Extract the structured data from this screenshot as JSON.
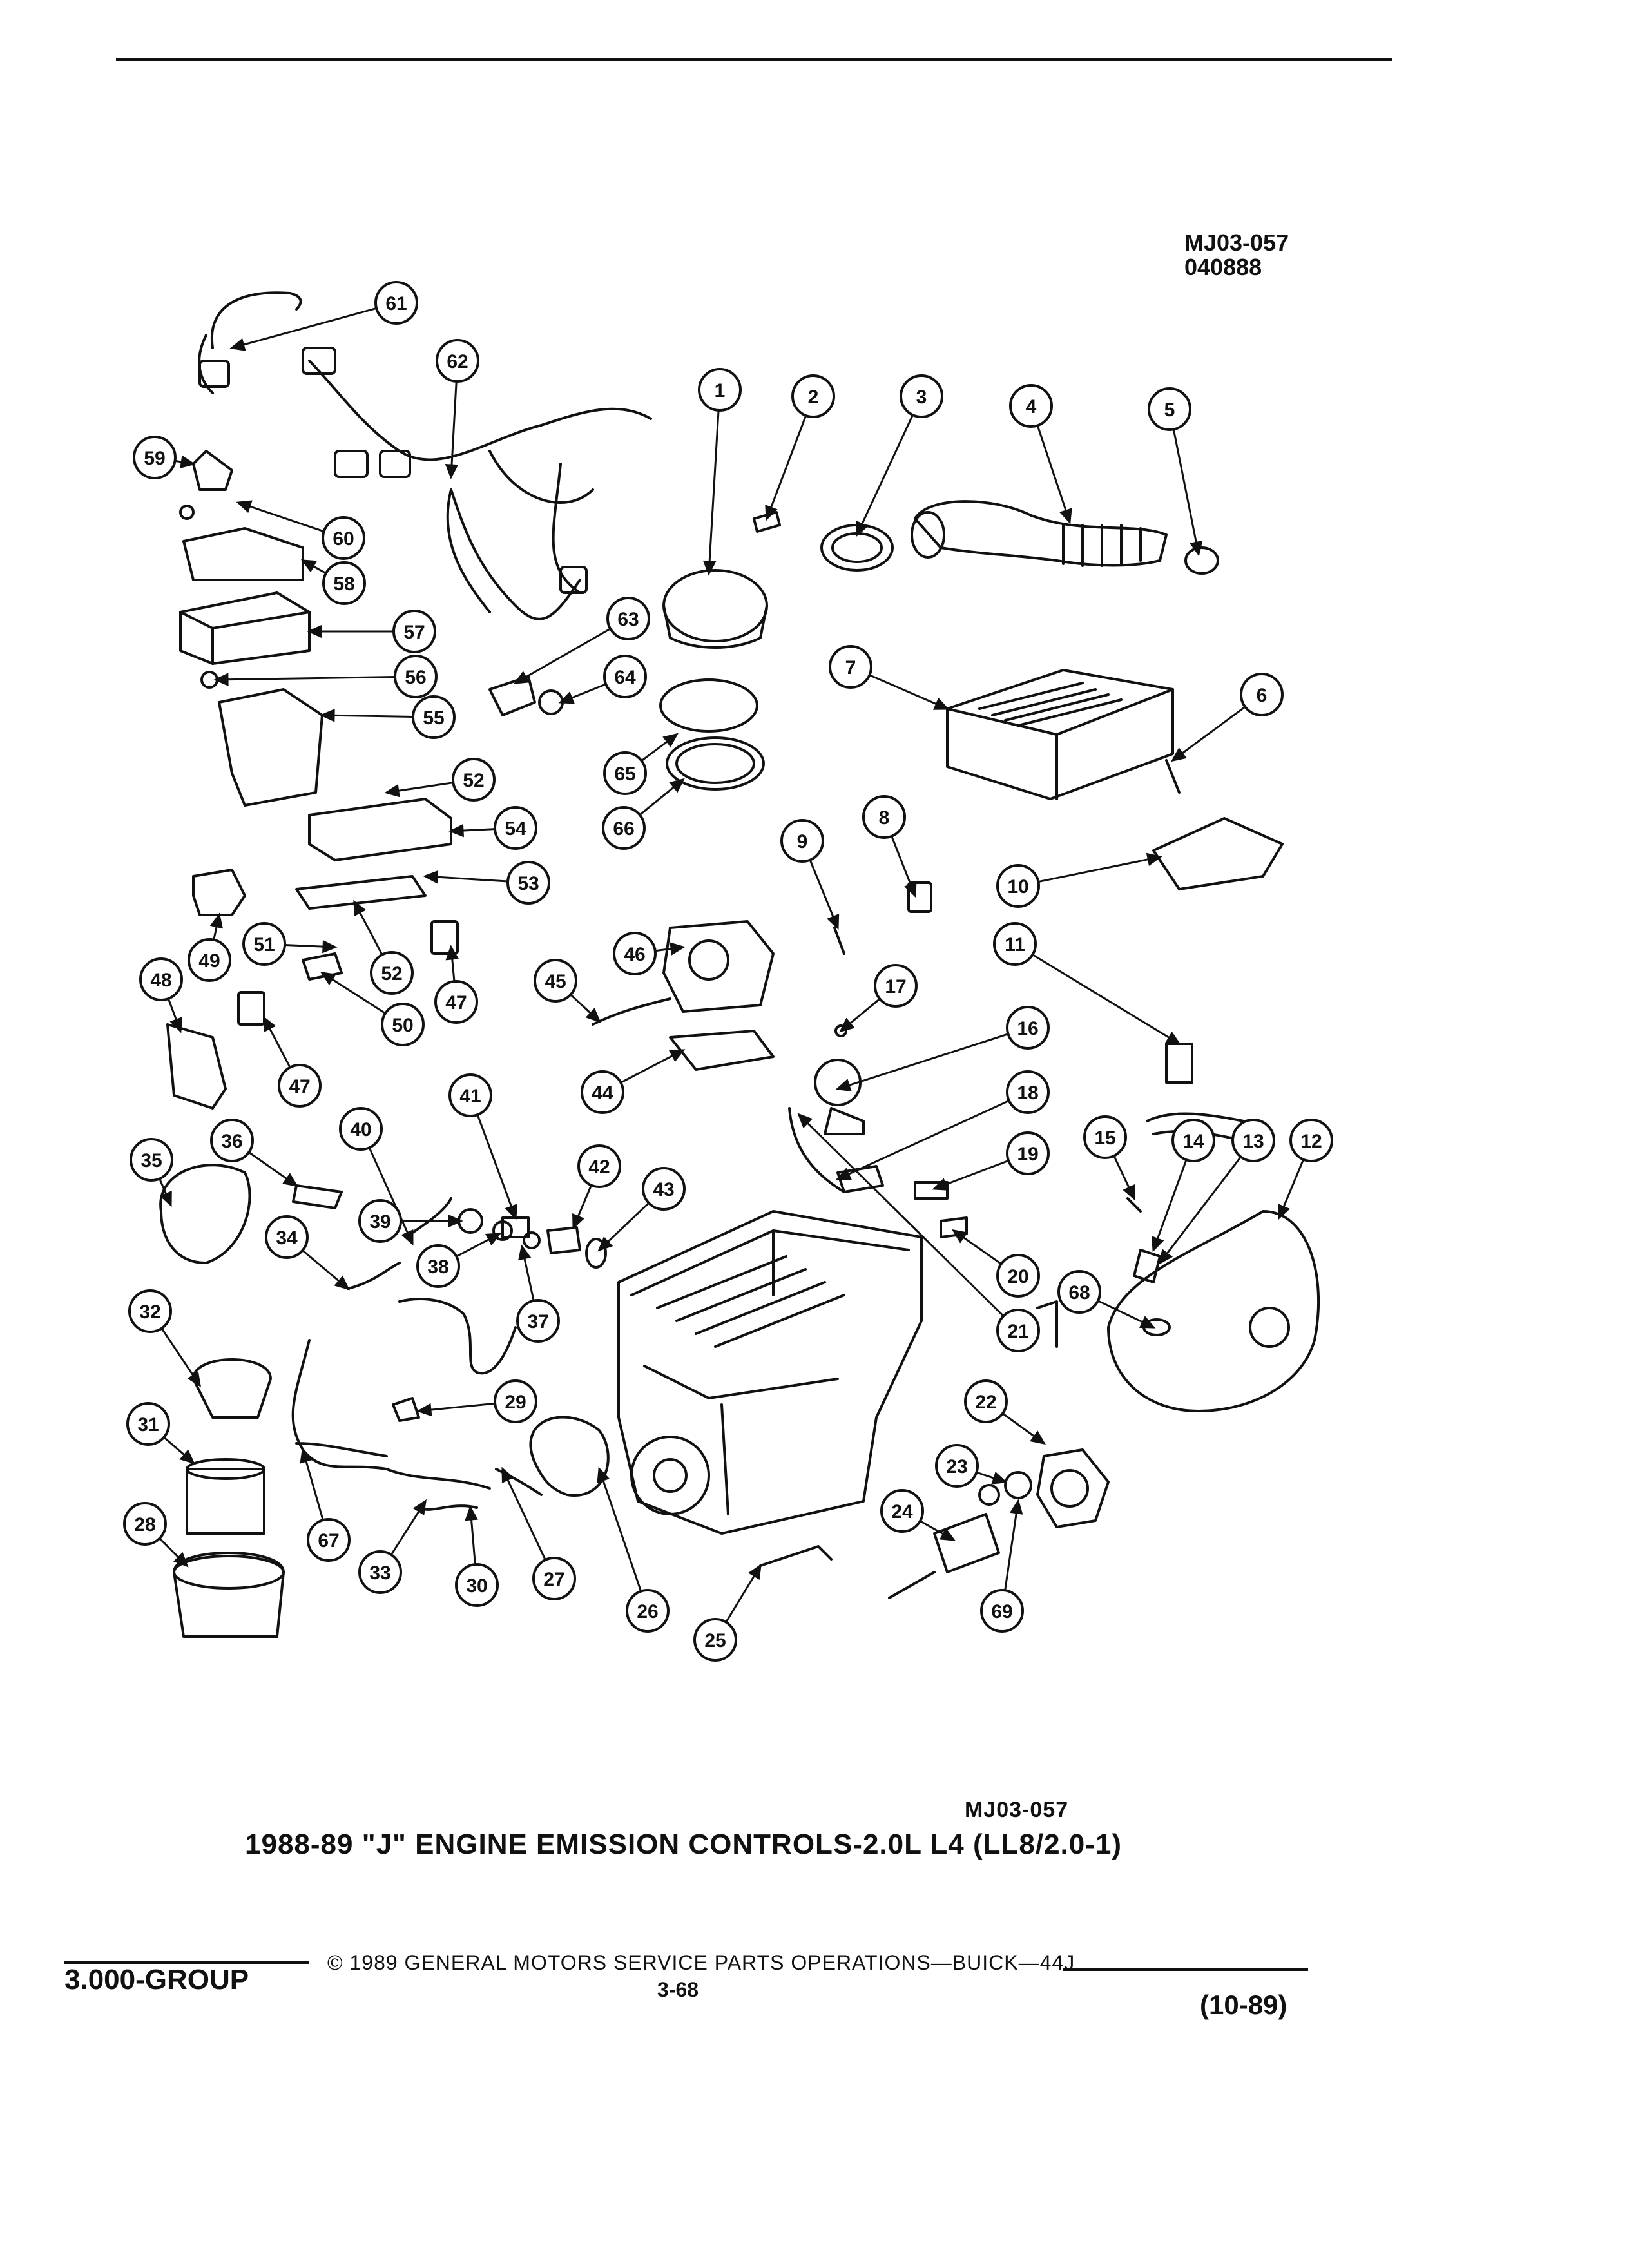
{
  "header": {
    "ref_code": "MJ03-057",
    "ref_date": "040888"
  },
  "figure": {
    "callout_ref": "MJ03-057",
    "title": "1988-89 \"J\" ENGINE EMISSION CONTROLS-2.0L L4 (LL8/2.0-1)",
    "callouts": [
      "1",
      "2",
      "3",
      "4",
      "5",
      "6",
      "7",
      "8",
      "9",
      "10",
      "11",
      "12",
      "13",
      "14",
      "15",
      "16",
      "17",
      "18",
      "19",
      "20",
      "21",
      "22",
      "23",
      "24",
      "25",
      "26",
      "27",
      "28",
      "29",
      "30",
      "31",
      "32",
      "33",
      "34",
      "35",
      "36",
      "37",
      "38",
      "39",
      "40",
      "41",
      "42",
      "43",
      "44",
      "45",
      "46",
      "47",
      "47",
      "48",
      "49",
      "50",
      "51",
      "52",
      "52",
      "53",
      "54",
      "55",
      "56",
      "57",
      "58",
      "59",
      "60",
      "61",
      "62",
      "63",
      "64",
      "65",
      "66",
      "67",
      "68",
      "69"
    ]
  },
  "footer": {
    "group": "3.000-GROUP",
    "copyright": "© 1989 GENERAL MOTORS SERVICE PARTS OPERATIONS—BUICK—44J",
    "page": "3-68",
    "date": "(10-89)"
  }
}
